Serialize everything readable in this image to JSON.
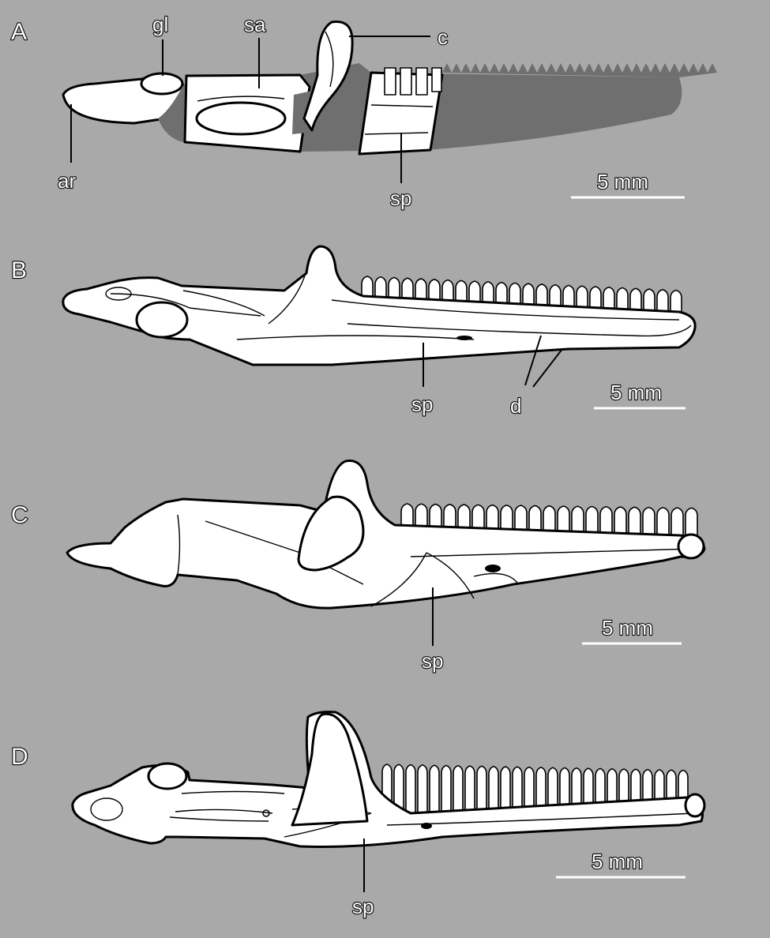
{
  "colors": {
    "background": "#a9a9a9",
    "bone_fill": "#ffffff",
    "outline": "#000000",
    "reconstructed_fill": "#6f6f6f",
    "label_fill": "#ffffff"
  },
  "panels": [
    {
      "id": "A",
      "label": "A",
      "scale_label": "5 mm",
      "annotations": {
        "gl": "gl",
        "sa": "sa",
        "c": "c",
        "ar": "ar",
        "sp": "sp"
      }
    },
    {
      "id": "B",
      "label": "B",
      "scale_label": "5 mm",
      "annotations": {
        "sp": "sp",
        "d": "d"
      }
    },
    {
      "id": "C",
      "label": "C",
      "scale_label": "5 mm",
      "annotations": {
        "sp": "sp"
      }
    },
    {
      "id": "D",
      "label": "D",
      "scale_label": "5 mm",
      "annotations": {
        "sp": "sp"
      }
    }
  ]
}
